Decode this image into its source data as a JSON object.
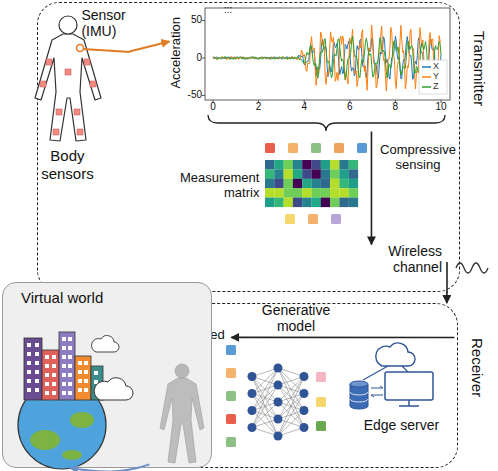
{
  "diagram": {
    "nodes": [
      {
        "text": [
          "Transmitter"
        ]
      },
      {
        "text": [
          "Sensor (IMU)",
          "Body sensors"
        ],
        "in": 0
      },
      {
        "text": [
          "Acceleration"
        ],
        "in": 0
      },
      {
        "text": [
          "Measurement matrix"
        ],
        "in": 0
      },
      {
        "text": [
          "Receiver"
        ]
      },
      {
        "text": [
          "Virtual world"
        ]
      },
      {
        "text": [
          "Reconstructed avatar"
        ],
        "in": 4
      },
      {
        "text": [
          "Edge server"
        ],
        "in": 4
      }
    ],
    "edges": [
      {
        "from": 1,
        "to": 2,
        "arrow": "to"
      },
      {
        "from": 2,
        "to": 3,
        "label": "Compressive sensing",
        "arrow": "to"
      },
      {
        "from": 0,
        "to": 4,
        "label": "Wireless channel",
        "arrow": "to"
      },
      {
        "from": 7,
        "to": 6,
        "label": "Generative model",
        "arrow": "to"
      },
      {
        "from": 6,
        "to": 5,
        "arrow": "to"
      }
    ],
    "labels": [
      ":::",
      "50",
      "0",
      "-50",
      "0",
      "2",
      "4",
      "6",
      "8",
      "10"
    ],
    "legend": [
      {
        "text": "X"
      },
      {
        "text": "Y"
      },
      {
        "text": "Z"
      }
    ]
  }
}
